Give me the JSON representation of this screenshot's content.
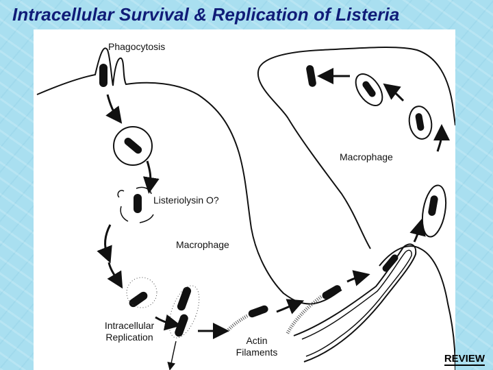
{
  "title": "Intracellular Survival & Replication of Listeria",
  "labels": {
    "phagocytosis": "Phagocytosis",
    "macrophage_right": "Macrophage",
    "listeriolysin": "Listeriolysin O?",
    "macrophage_left": "Macrophage",
    "replication_line1": "Intracellular",
    "replication_line2": "Replication",
    "actin_line1": "Actin",
    "actin_line2": "Filaments"
  },
  "review_label": "REVIEW",
  "colors": {
    "background": "#a9dff0",
    "title": "#101c78",
    "panel": "#ffffff",
    "ink": "#111111"
  }
}
